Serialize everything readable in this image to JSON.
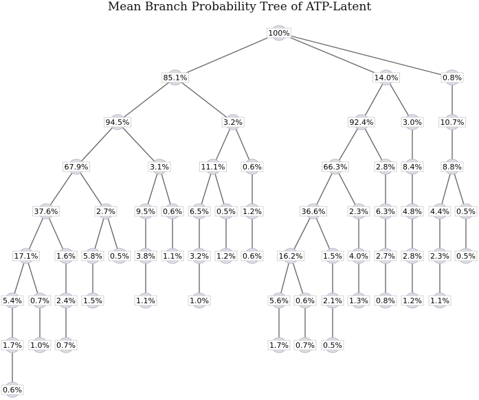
{
  "title": "Mean Branch Probability Tree of ATP-Latent",
  "tree": {
    "label": "100%",
    "children": [
      {
        "label": "85.1%",
        "children": [
          {
            "label": "94.5%",
            "children": [
              {
                "label": "67.9%",
                "children": [
                  {
                    "label": "37.6%",
                    "children": [
                      {
                        "label": "17.1%",
                        "children": [
                          {
                            "label": "5.4%",
                            "children": [
                              {
                                "label": "1.7%",
                                "children": [
                                  {
                                    "label": "0.6%"
                                  }
                                ]
                              }
                            ]
                          },
                          {
                            "label": "0.7%",
                            "children": [
                              {
                                "label": "1.0%"
                              }
                            ]
                          }
                        ]
                      },
                      {
                        "label": "1.6%",
                        "children": [
                          {
                            "label": "2.4%",
                            "children": [
                              {
                                "label": "0.7%"
                              }
                            ]
                          }
                        ]
                      }
                    ]
                  },
                  {
                    "label": "2.7%",
                    "children": [
                      {
                        "label": "5.8%",
                        "children": [
                          {
                            "label": "1.5%"
                          }
                        ]
                      },
                      {
                        "label": "0.5%"
                      }
                    ]
                  }
                ]
              },
              {
                "label": "3.1%",
                "children": [
                  {
                    "label": "9.5%",
                    "children": [
                      {
                        "label": "3.8%",
                        "children": [
                          {
                            "label": "1.1%"
                          }
                        ]
                      }
                    ]
                  },
                  {
                    "label": "0.6%",
                    "children": [
                      {
                        "label": "1.1%"
                      }
                    ]
                  }
                ]
              }
            ]
          },
          {
            "label": "3.2%",
            "children": [
              {
                "label": "11.1%",
                "children": [
                  {
                    "label": "6.5%",
                    "children": [
                      {
                        "label": "3.2%",
                        "children": [
                          {
                            "label": "1.0%"
                          }
                        ]
                      }
                    ]
                  },
                  {
                    "label": "0.5%",
                    "children": [
                      {
                        "label": "1.2%"
                      }
                    ]
                  }
                ]
              },
              {
                "label": "0.6%",
                "children": [
                  {
                    "label": "1.2%",
                    "children": [
                      {
                        "label": "0.6%"
                      }
                    ]
                  }
                ]
              }
            ]
          }
        ]
      },
      {
        "label": "14.0%",
        "children": [
          {
            "label": "92.4%",
            "children": [
              {
                "label": "66.3%",
                "children": [
                  {
                    "label": "36.6%",
                    "children": [
                      {
                        "label": "16.2%",
                        "children": [
                          {
                            "label": "5.6%",
                            "children": [
                              {
                                "label": "1.7%"
                              }
                            ]
                          },
                          {
                            "label": "0.6%",
                            "children": [
                              {
                                "label": "0.7%"
                              }
                            ]
                          }
                        ]
                      },
                      {
                        "label": "1.5%",
                        "children": [
                          {
                            "label": "2.1%",
                            "children": [
                              {
                                "label": "0.5%"
                              }
                            ]
                          }
                        ]
                      }
                    ]
                  },
                  {
                    "label": "2.3%",
                    "children": [
                      {
                        "label": "4.0%",
                        "children": [
                          {
                            "label": "1.3%"
                          }
                        ]
                      }
                    ]
                  }
                ]
              },
              {
                "label": "2.8%",
                "children": [
                  {
                    "label": "6.3%",
                    "children": [
                      {
                        "label": "2.7%",
                        "children": [
                          {
                            "label": "0.8%"
                          }
                        ]
                      }
                    ]
                  }
                ]
              }
            ]
          },
          {
            "label": "3.0%",
            "children": [
              {
                "label": "8.4%",
                "children": [
                  {
                    "label": "4.8%",
                    "children": [
                      {
                        "label": "2.8%",
                        "children": [
                          {
                            "label": "1.2%"
                          }
                        ]
                      }
                    ]
                  }
                ]
              }
            ]
          }
        ]
      },
      {
        "label": "0.8%",
        "children": [
          {
            "label": "10.7%",
            "children": [
              {
                "label": "8.8%",
                "children": [
                  {
                    "label": "4.4%",
                    "children": [
                      {
                        "label": "2.3%",
                        "children": [
                          {
                            "label": "1.1%"
                          }
                        ]
                      }
                    ]
                  },
                  {
                    "label": "0.5%",
                    "children": [
                      {
                        "label": "0.5%"
                      }
                    ]
                  }
                ]
              }
            ]
          }
        ]
      }
    ]
  }
}
